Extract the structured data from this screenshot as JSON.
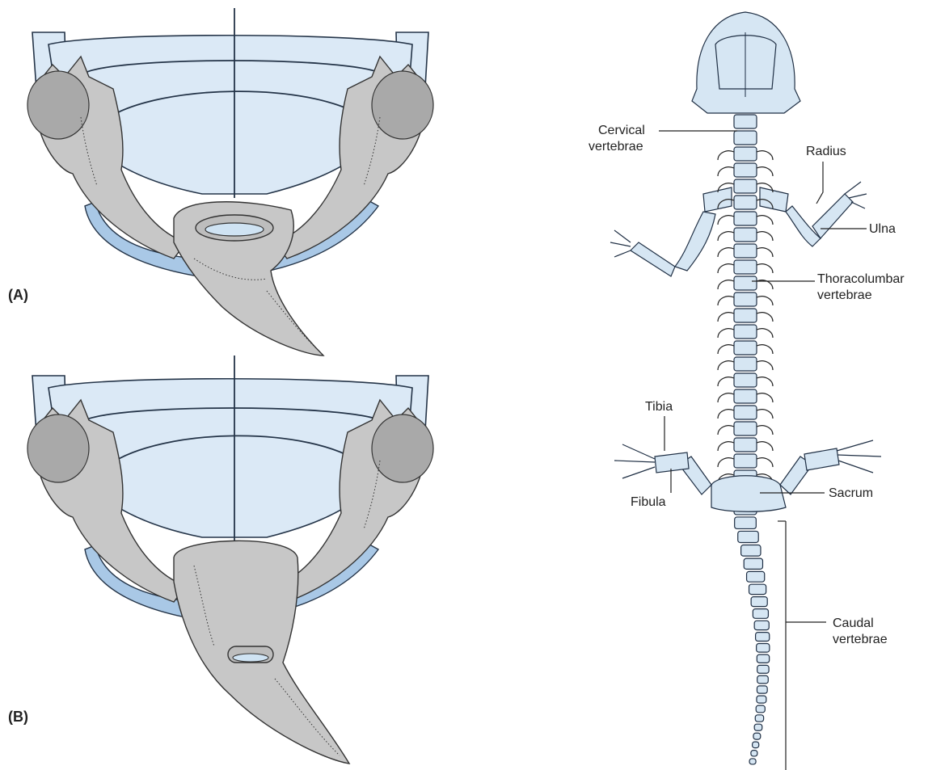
{
  "panels": {
    "a_label": "(A)",
    "b_label": "(B)"
  },
  "callouts": {
    "cervical": [
      "Cervical",
      "vertebrae"
    ],
    "radius": "Radius",
    "ulna": "Ulna",
    "thoracolumbar": [
      "Thoracolumbar",
      "vertebrae"
    ],
    "tibia": "Tibia",
    "fibula": "Fibula",
    "sacrum": "Sacrum",
    "caudal": [
      "Caudal",
      "vertebrae"
    ]
  },
  "colors": {
    "bone_fill": "#d6e6f3",
    "bone_stroke": "#1f2f44",
    "shell_fill": "#dbe9f6",
    "shell_rim": "#a9c8e6",
    "skin": "#c7c7c7",
    "label": "#222222"
  },
  "icons": [
    "turtle-tail-drawing",
    "salamander-skeleton-drawing"
  ]
}
